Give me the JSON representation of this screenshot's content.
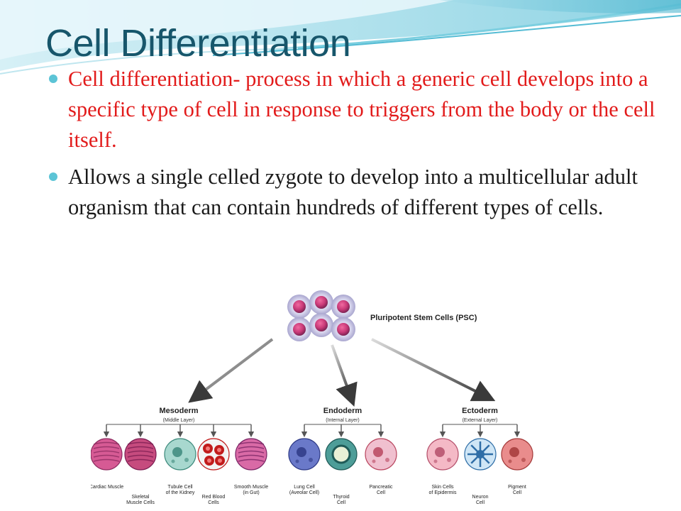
{
  "slide": {
    "title": "Cell Differentiation",
    "bullets": [
      "Cell differentiation- process in which a generic cell develops into a specific type of cell in response to triggers from the body or the cell itself.",
      "Allows a single celled zygote to develop into a multicellular adult organism that can contain hundreds of different types of cells."
    ]
  },
  "diagram": {
    "source_label": "Pluripotent Stem Cells (PSC)",
    "layers": [
      {
        "name": "Mesoderm",
        "sub": "(Middle Layer)",
        "cells": [
          {
            "line1": "Cardiac Muscle",
            "line2": ""
          },
          {
            "line1": "Skeletal",
            "line2": "Muscle Cells"
          },
          {
            "line1": "Tubule Cell",
            "line2": "of the Kidney"
          },
          {
            "line1": "Red Blood",
            "line2": "Cells"
          },
          {
            "line1": "Smooth Muscle",
            "line2": "(in Gut)"
          }
        ]
      },
      {
        "name": "Endoderm",
        "sub": "(Internal Layer)",
        "cells": [
          {
            "line1": "Lung Cell",
            "line2": "(Aveolar Cell)"
          },
          {
            "line1": "Thyroid",
            "line2": "Cell"
          },
          {
            "line1": "Pancreatic",
            "line2": "Cell"
          }
        ]
      },
      {
        "name": "Ectoderm",
        "sub": "(External Layer)",
        "cells": [
          {
            "line1": "Skin Cells",
            "line2": "of Epidermis"
          },
          {
            "line1": "Neuron",
            "line2": "Cell"
          },
          {
            "line1": "Pigment",
            "line2": "Cell"
          }
        ]
      }
    ]
  },
  "colors": {
    "title": "#17566b",
    "bullet_red": "#e21b1b",
    "bullet_dot": "#5cc4d6"
  }
}
